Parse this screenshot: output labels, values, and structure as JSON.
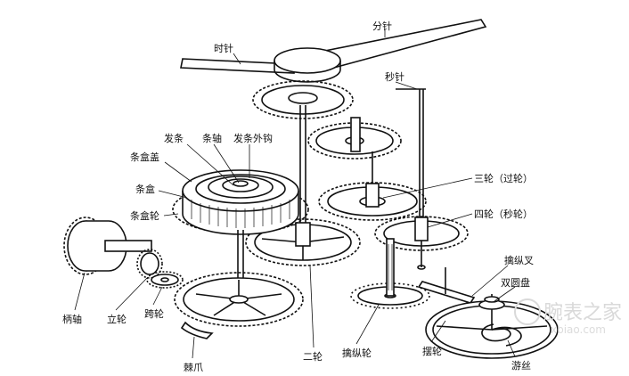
{
  "labels": {
    "minute_hand": "分针",
    "hour_hand": "时针",
    "second_hand": "秒针",
    "mainspring": "发条",
    "arbor": "条轴",
    "spring_hook": "发条外钩",
    "barrel_cover": "条盒盖",
    "barrel": "条盒",
    "barrel_wheel": "条盒轮",
    "third_wheel": "三轮（过轮）",
    "fourth_wheel": "四轮（秒轮）",
    "pallet_fork": "擒纵叉",
    "double_roller": "双圆盘",
    "winding_stem": "柄轴",
    "crown_wheel": "立轮",
    "intermediate_wheel": "跨轮",
    "center_wheel": "二轮",
    "escape_wheel": "擒纵轮",
    "balance_wheel": "摆轮",
    "hairspring": "游丝",
    "click": "棘爪"
  },
  "watermark": {
    "brand": "腕表之家",
    "url": "xbiao.com"
  }
}
